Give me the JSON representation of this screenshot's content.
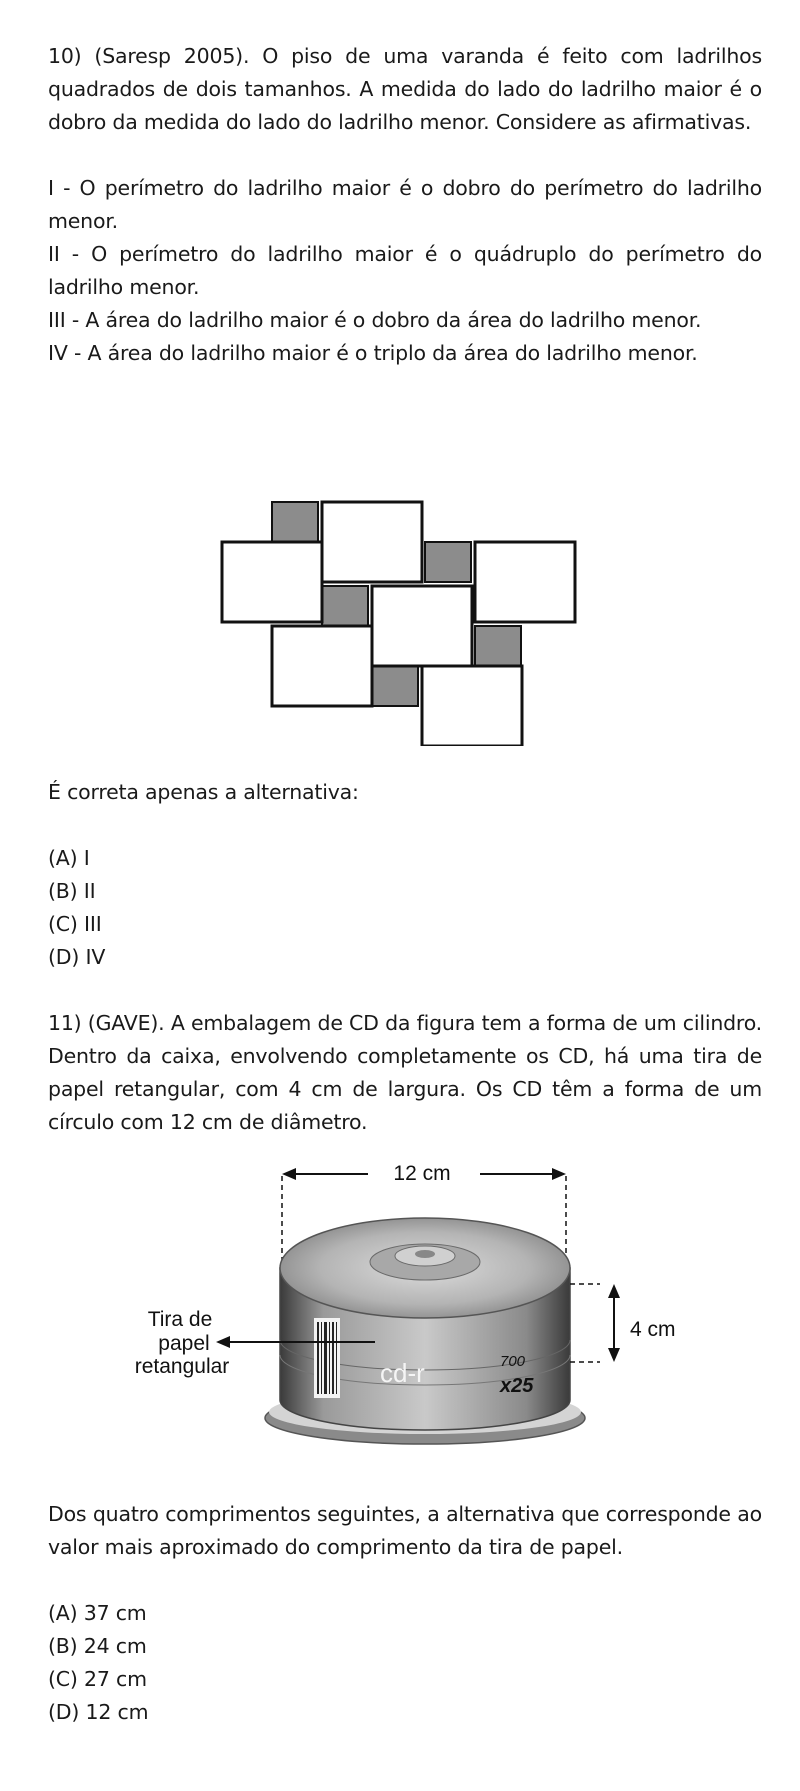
{
  "q10": {
    "statement": "10) (Saresp 2005). O piso de uma varanda é feito com ladrilhos quadrados de dois tamanhos. A medida do lado do ladrilho maior é o dobro da medida do lado do ladrilho menor. Considere as afirmativas.",
    "items": [
      "I - O perímetro do ladrilho maior é o dobro do perímetro do ladrilho menor.",
      "II - O perímetro do ladrilho maior é o quádruplo do perímetro do ladrilho menor.",
      "III - A área do ladrilho maior é o dobro da área do ladrilho menor.",
      "IV - A área do ladrilho maior é o triplo da área do ladrilho menor."
    ],
    "prompt": "É correta apenas a alternativa:",
    "options": [
      "(A) I",
      "(B) II",
      "(C) III",
      "(D) IV"
    ]
  },
  "q11": {
    "statement": "11) (GAVE). A embalagem de CD da figura tem a forma de um cilindro. Dentro da caixa, envolvendo completamente os CD, há uma tira de papel retangular, com 4 cm de largura. Os CD têm a forma de um círculo com 12 cm de diâmetro.",
    "figure": {
      "diameter_label": "12 cm",
      "height_label": "4 cm",
      "strip_label_1": "Tira de",
      "strip_label_2": "papel",
      "strip_label_3": "retangular",
      "brand": "cd-r",
      "capacity": "700",
      "count": "x25"
    },
    "prompt": "Dos quatro comprimentos seguintes, a alternativa que corresponde ao valor mais aproximado do comprimento da tira de papel.",
    "options": [
      "(A) 37 cm",
      "(B) 24 cm",
      "(C) 27 cm",
      "(D) 12 cm"
    ]
  }
}
